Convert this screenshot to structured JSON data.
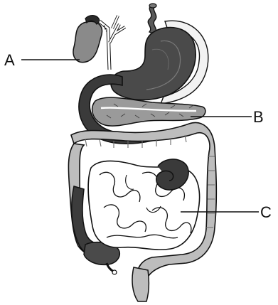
{
  "labels": {
    "a": "A",
    "b": "B",
    "c": "C"
  },
  "colors": {
    "outline": "#111111",
    "dark_organ": "#3d3d3d",
    "mid_organ": "#8c8c8c",
    "colon": "#b5b5b5",
    "light_organ": "#ececec",
    "white": "#ffffff"
  }
}
